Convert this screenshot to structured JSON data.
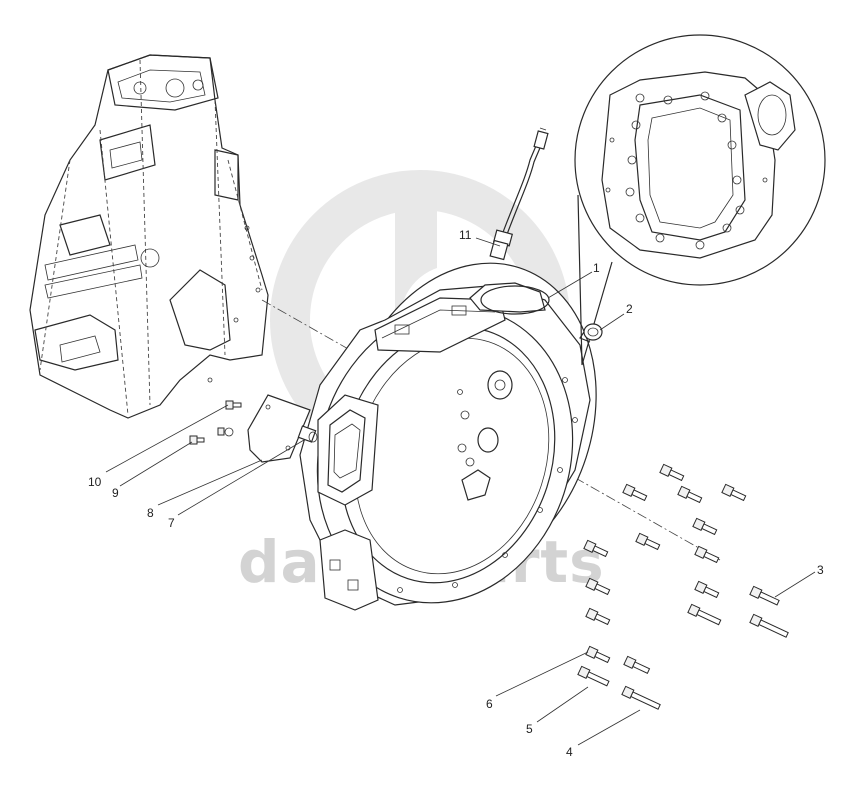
{
  "watermark": {
    "text": "dana-parts",
    "color": "#d3d3d3"
  },
  "callouts": [
    {
      "id": "1",
      "label": "1"
    },
    {
      "id": "2",
      "label": "2"
    },
    {
      "id": "3",
      "label": "3"
    },
    {
      "id": "4",
      "label": "4"
    },
    {
      "id": "5",
      "label": "5"
    },
    {
      "id": "6",
      "label": "6"
    },
    {
      "id": "7",
      "label": "7"
    },
    {
      "id": "8",
      "label": "8"
    },
    {
      "id": "9",
      "label": "9"
    },
    {
      "id": "10",
      "label": "10"
    },
    {
      "id": "11",
      "label": "11"
    }
  ],
  "parts": {
    "engine_block": "engine-block",
    "flywheel_housing": "flywheel-housing",
    "detail_inset": "flywheel-housing-detail-view",
    "sensor": "speed-sensor",
    "plug": "plug",
    "cover_plate": "cover-plate",
    "bolts": "flange-bolt"
  }
}
